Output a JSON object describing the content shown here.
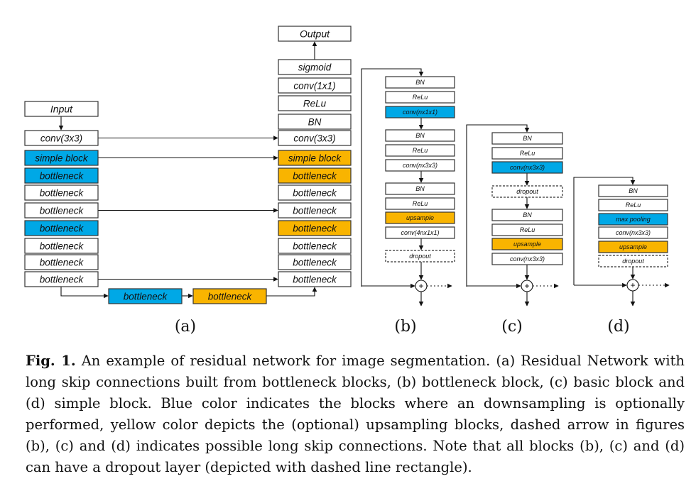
{
  "figure": {
    "colors": {
      "blue": "#00a8e6",
      "yellow": "#f9b400",
      "white": "#ffffff",
      "stroke": "#333333"
    },
    "panel_a": {
      "input": "Input",
      "output": "Output",
      "encoder": [
        {
          "label": "conv(3x3)",
          "color": "white"
        },
        {
          "label": "simple block",
          "color": "blue"
        },
        {
          "label": "bottleneck",
          "color": "blue"
        },
        {
          "label": "bottleneck",
          "color": "white"
        },
        {
          "label": "bottleneck",
          "color": "white"
        },
        {
          "label": "bottleneck",
          "color": "blue"
        },
        {
          "label": "bottleneck",
          "color": "white"
        },
        {
          "label": "bottleneck",
          "color": "white"
        },
        {
          "label": "bottleneck",
          "color": "white"
        }
      ],
      "head": [
        {
          "label": "sigmoid",
          "color": "white"
        },
        {
          "label": "conv(1x1)",
          "color": "white"
        },
        {
          "label": "ReLu",
          "color": "white"
        },
        {
          "label": "BN",
          "color": "white"
        }
      ],
      "decoder": [
        {
          "label": "conv(3x3)",
          "color": "white"
        },
        {
          "label": "simple block",
          "color": "yellow"
        },
        {
          "label": "bottleneck",
          "color": "yellow"
        },
        {
          "label": "bottleneck",
          "color": "white"
        },
        {
          "label": "bottleneck",
          "color": "white"
        },
        {
          "label": "bottleneck",
          "color": "yellow"
        },
        {
          "label": "bottleneck",
          "color": "white"
        },
        {
          "label": "bottleneck",
          "color": "white"
        },
        {
          "label": "bottleneck",
          "color": "white"
        }
      ],
      "bridge": [
        {
          "label": "bottleneck",
          "color": "blue"
        },
        {
          "label": "bottleneck",
          "color": "yellow"
        }
      ]
    },
    "panel_b": [
      {
        "label": "BN",
        "color": "white"
      },
      {
        "label": "ReLu",
        "color": "white"
      },
      {
        "label": "conv(nx1x1)",
        "color": "blue"
      },
      {
        "label": "BN",
        "color": "white"
      },
      {
        "label": "ReLu",
        "color": "white"
      },
      {
        "label": "conv(nx3x3)",
        "color": "white"
      },
      {
        "label": "BN",
        "color": "white"
      },
      {
        "label": "ReLu",
        "color": "white"
      },
      {
        "label": "upsample",
        "color": "yellow"
      },
      {
        "label": "conv(4nx1x1)",
        "color": "white"
      },
      {
        "label": "dropout",
        "color": "dashed"
      }
    ],
    "panel_c": [
      {
        "label": "BN",
        "color": "white"
      },
      {
        "label": "ReLu",
        "color": "white"
      },
      {
        "label": "conv(nx3x3)",
        "color": "blue"
      },
      {
        "label": "dropout",
        "color": "dashed"
      },
      {
        "label": "BN",
        "color": "white"
      },
      {
        "label": "ReLu",
        "color": "white"
      },
      {
        "label": "upsample",
        "color": "yellow"
      },
      {
        "label": "conv(nx3x3)",
        "color": "white"
      }
    ],
    "panel_d": [
      {
        "label": "BN",
        "color": "white"
      },
      {
        "label": "ReLu",
        "color": "white"
      },
      {
        "label": "max pooling",
        "color": "blue"
      },
      {
        "label": "conv(nx3x3)",
        "color": "white"
      },
      {
        "label": "upsample",
        "color": "yellow"
      },
      {
        "label": "dropout",
        "color": "dashed"
      }
    ],
    "plus_symbol": "+",
    "sublabels": [
      "(a)",
      "(b)",
      "(c)",
      "(d)"
    ]
  },
  "caption": {
    "label": "Fig. 1.",
    "text": " An example of residual network for image segmentation. (a) Residual Network with long skip connections built from bottleneck blocks, (b) bottleneck block, (c) basic block and (d) simple block. Blue color indicates the blocks where an downsampling is optionally performed, yellow color depicts the (optional) upsampling blocks, dashed arrow in figures (b), (c) and (d) indicates possible long skip connections. Note that all blocks (b), (c) and (d) can have a dropout layer (depicted with dashed line rectangle)."
  }
}
